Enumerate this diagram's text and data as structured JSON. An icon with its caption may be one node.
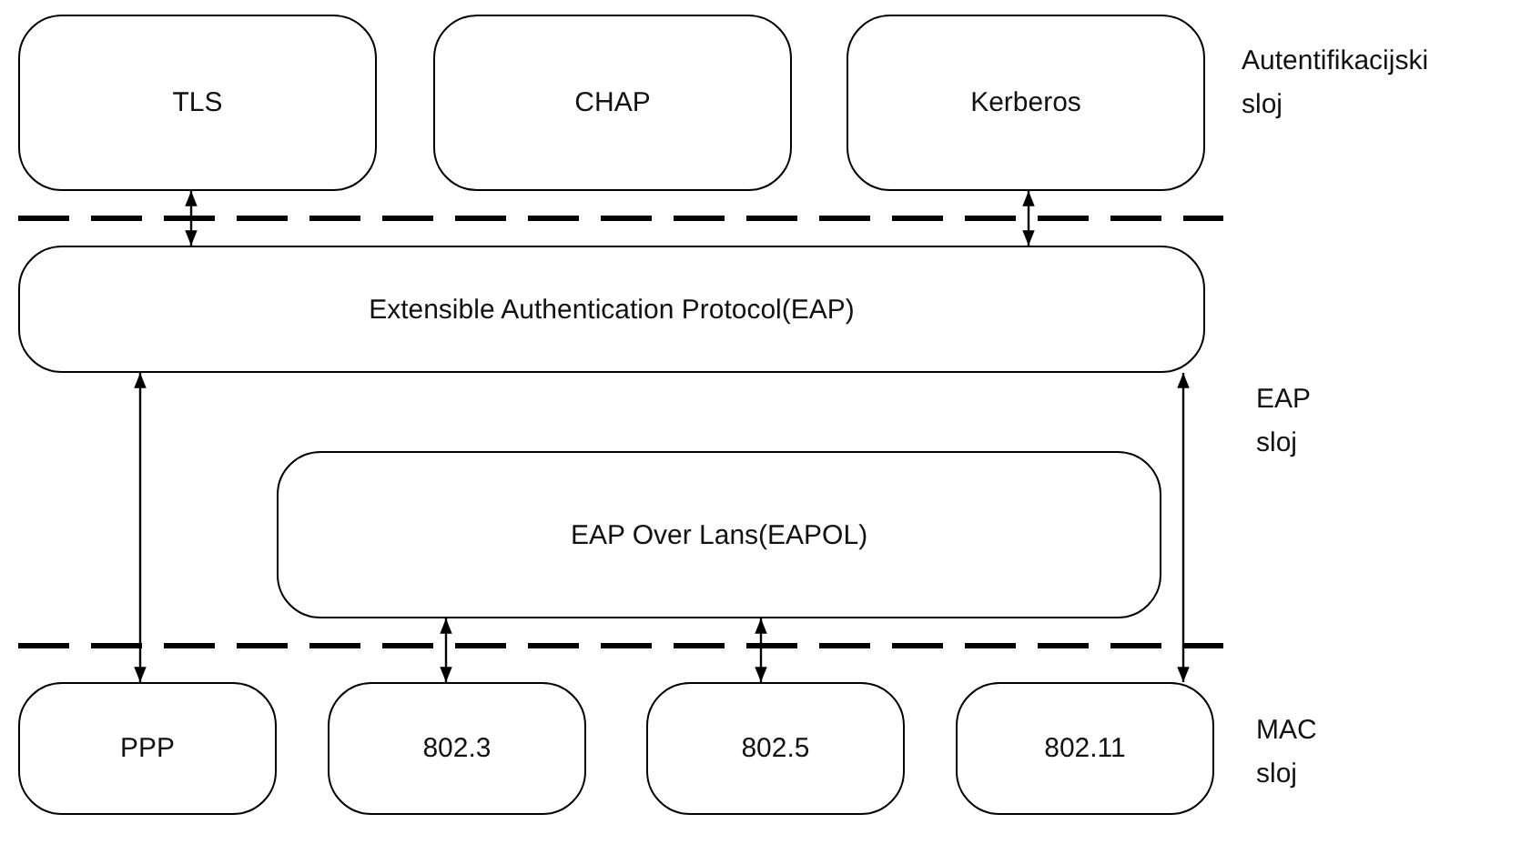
{
  "diagram": {
    "nodes": [
      {
        "text": [
          "TLS"
        ]
      },
      {
        "text": [
          "CHAP"
        ]
      },
      {
        "text": [
          "Kerberos"
        ]
      },
      {
        "text": [
          "Extensible Authentication Protocol(EAP)"
        ]
      },
      {
        "text": [
          "EAP Over Lans(EAPOL)"
        ]
      },
      {
        "text": [
          "PPP"
        ]
      },
      {
        "text": [
          "802.3"
        ]
      },
      {
        "text": [
          "802.5"
        ]
      },
      {
        "text": [
          "802.11"
        ]
      }
    ],
    "edges": [
      {
        "from": 0,
        "to": 3,
        "arrow": "both"
      },
      {
        "from": 2,
        "to": 3,
        "arrow": "both"
      },
      {
        "from": 3,
        "to": 5,
        "arrow": "both"
      },
      {
        "from": 3,
        "to": 8,
        "arrow": "both"
      },
      {
        "from": 4,
        "to": 6,
        "arrow": "both"
      },
      {
        "from": 4,
        "to": 7,
        "arrow": "both"
      }
    ],
    "labels": [
      "Autentifikacijski sloj",
      "EAP sloj",
      "MAC sloj"
    ]
  }
}
